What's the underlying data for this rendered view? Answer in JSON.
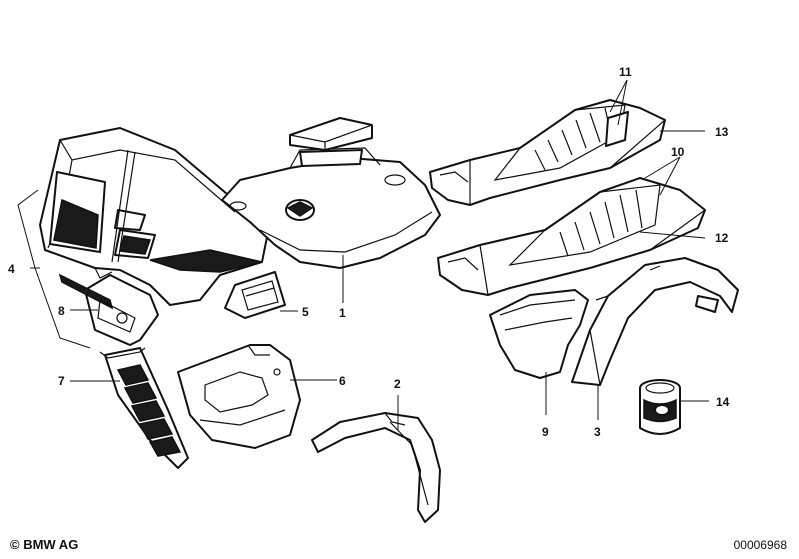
{
  "callouts": {
    "c1": "1",
    "c2": "2",
    "c3": "3",
    "c4": "4",
    "c5": "5",
    "c6": "6",
    "c7": "7",
    "c8": "8",
    "c9": "9",
    "c10": "10",
    "c11": "11",
    "c12": "12",
    "c13": "13",
    "c14": "14"
  },
  "footer": {
    "copyright": "© BMW AG",
    "image_code": "00006968"
  }
}
